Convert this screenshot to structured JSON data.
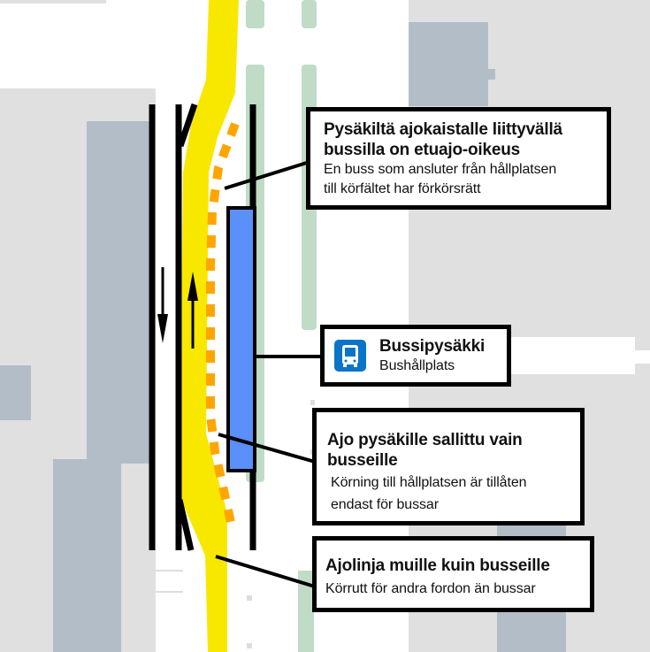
{
  "diagram": {
    "type": "bus-stop-traffic-arrangement",
    "colors": {
      "background": "#ffffff",
      "block_light": "#e0e0e0",
      "block_building": "#b3bdc7",
      "green_strip": "#c0dcc7",
      "bus_route": "#f8e800",
      "stop_area": "#5b8ff9",
      "dashed_guide": "#ffa500",
      "lines": "#000000",
      "bus_icon_bg": "#0a74c9"
    },
    "arrows": [
      {
        "direction": "down",
        "lane": "left"
      },
      {
        "direction": "up",
        "lane": "bus-route"
      }
    ]
  },
  "callouts": [
    {
      "id": "priority",
      "title": "Pysäkiltä ajokaistalle liittyvällä bussilla on etuajo-oikeus",
      "title_line1": "Pysäkiltä ajokaistalle liittyvällä",
      "title_line2": "bussilla on etuajo-oikeus",
      "subtitle_line1": "En buss som ansluter från hållplatsen",
      "subtitle_line2": "till körfältet har förkörsrätt"
    },
    {
      "id": "bus-stop",
      "icon": "bus-icon",
      "title": "Bussipysäkki",
      "subtitle": "Bushållplats"
    },
    {
      "id": "bus-only",
      "title_line1": "Ajo pysäkille sallittu vain",
      "title_line2": "busseille",
      "subtitle_line1": "Körning till hållplatsen är tillåten",
      "subtitle_line2": "endast för bussar"
    },
    {
      "id": "other-vehicles",
      "title": "Ajolinja muille kuin busseille",
      "subtitle": "Körrutt för andra fordon än bussar"
    }
  ]
}
